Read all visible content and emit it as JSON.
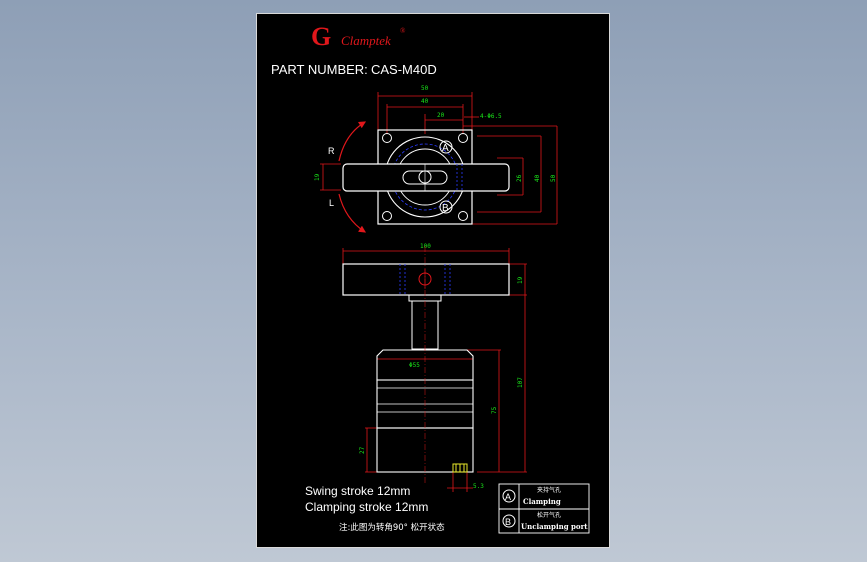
{
  "brand": {
    "logo_letter": "G",
    "name": "Clamptek",
    "registered": "®"
  },
  "part": {
    "label": "PART NUMBER:",
    "number": "CAS-M40D"
  },
  "top_view": {
    "rotation_right": "R",
    "rotation_left": "L",
    "port_a": "A",
    "port_b": "B",
    "dims": {
      "width_outer": "50",
      "width_holes": "40",
      "width_half": "20",
      "holes": "4-Φ6.5",
      "arm_height": "19",
      "inner_26": "26",
      "inner_40": "40",
      "outer_50": "50"
    }
  },
  "side_view": {
    "dims": {
      "arm_length": "100",
      "arm_thickness": "19",
      "body_diameter": "Φ55",
      "total_height": "107",
      "body_height": "75",
      "base_height": "27",
      "port_offset": "5.3"
    }
  },
  "notes": {
    "swing_stroke": "Swing stroke 12mm",
    "clamping_stroke": "Clamping stroke 12mm",
    "chinese_note": "注:此图为转角90° 松开状态"
  },
  "legend": {
    "rows": [
      {
        "symbol": "A",
        "zh": "夹持气孔",
        "en": "Clamping"
      },
      {
        "symbol": "B",
        "zh": "松开气孔",
        "en": "Unclamping port"
      }
    ]
  },
  "colors": {
    "drawing_line": "#ffffff",
    "dimension": "#19e619",
    "dimension_frame": "#e0171b",
    "hidden_line": "#2b3cff",
    "port_marker": "#e8e82a",
    "logo": "#e0171b"
  }
}
